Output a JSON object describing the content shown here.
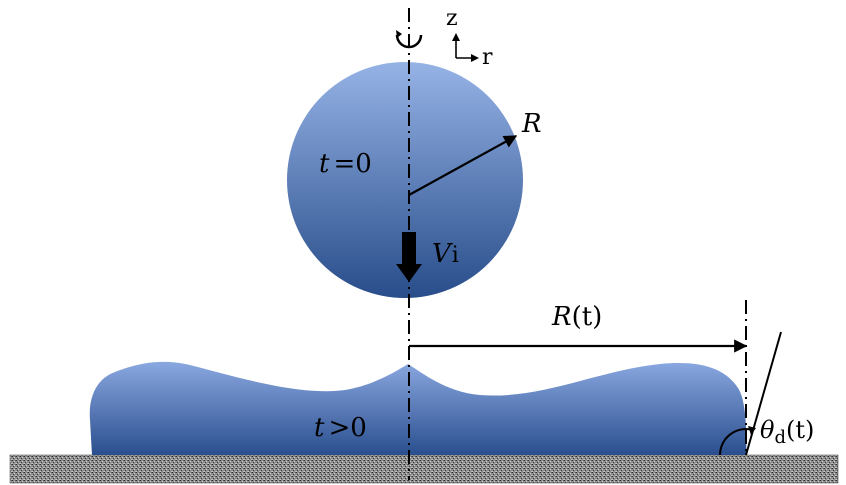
{
  "axes": {
    "z_label": "z",
    "r_label": "r"
  },
  "droplet": {
    "time_label": "t",
    "time_relation": "=0",
    "radius_label": "R",
    "velocity_symbol": "V",
    "velocity_subscript": "i",
    "color_top": "#96b3e6",
    "color_bottom": "#284d8a"
  },
  "spread": {
    "time_label": "t",
    "time_relation": ">0",
    "radius_symbol": "R",
    "radius_argument": "(t)",
    "angle_symbol": "θ",
    "angle_subscript": "d",
    "angle_argument": "(t)",
    "color_top": "#8aa8e0",
    "color_bottom": "#2a4e8e"
  },
  "substrate": {
    "color": "#7a7a7a"
  }
}
